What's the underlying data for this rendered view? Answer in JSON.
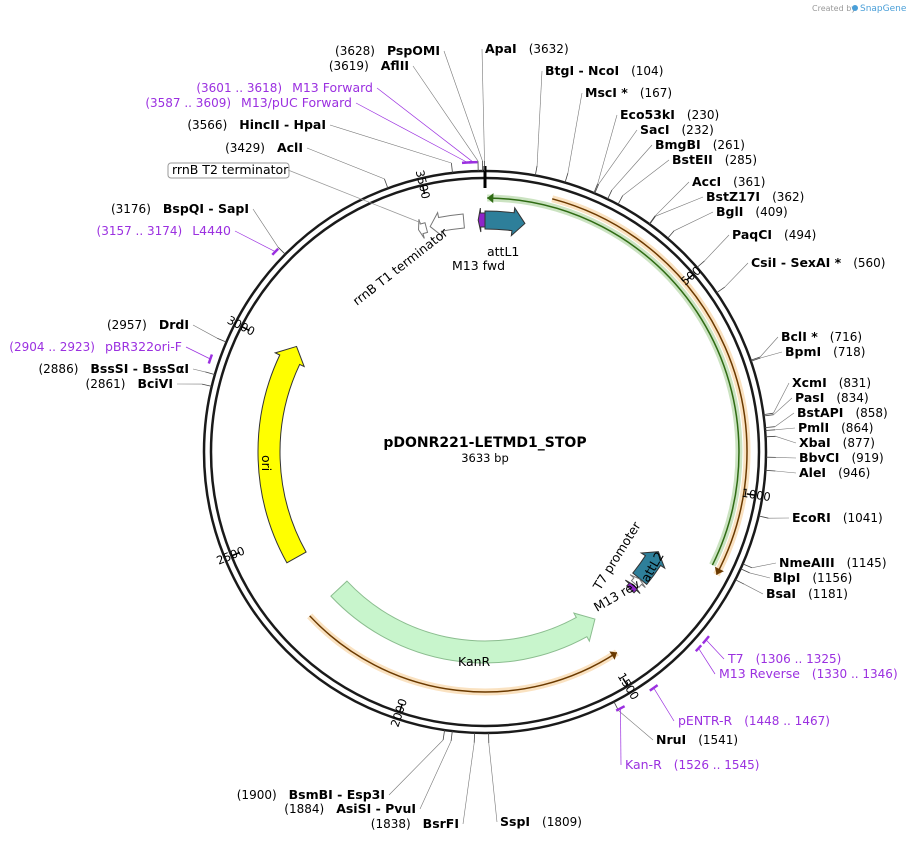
{
  "credit": {
    "prefix": "Created by",
    "brand": "SnapGene"
  },
  "plasmid": {
    "name": "pDONR221-LETMD1_STOP",
    "length_label": "3633 bp",
    "length": 3633
  },
  "ticks": [
    {
      "pos": 500,
      "label": "500"
    },
    {
      "pos": 1000,
      "label": "1000"
    },
    {
      "pos": 1500,
      "label": "1500"
    },
    {
      "pos": 2000,
      "label": "2000"
    },
    {
      "pos": 2500,
      "label": "2500"
    },
    {
      "pos": 3000,
      "label": "3000"
    },
    {
      "pos": 3500,
      "label": "3500"
    }
  ],
  "right_labels": [
    {
      "pos": 3632,
      "enzyme": "ApaI",
      "number": "(3632)"
    },
    {
      "pos": 104,
      "enzyme": "BtgI  - NcoI",
      "number": "(104)"
    },
    {
      "pos": 167,
      "enzyme": "MscI *",
      "number": "(167)"
    },
    {
      "pos": 230,
      "enzyme": "Eco53kI",
      "number": "(230)"
    },
    {
      "pos": 232,
      "enzyme": "SacI",
      "number": "(232)"
    },
    {
      "pos": 261,
      "enzyme": "BmgBI",
      "number": "(261)"
    },
    {
      "pos": 285,
      "enzyme": "BstEII",
      "number": "(285)"
    },
    {
      "pos": 361,
      "enzyme": "AccI",
      "number": "(361)"
    },
    {
      "pos": 362,
      "enzyme": "BstZ17I",
      "number": "(362)"
    },
    {
      "pos": 409,
      "enzyme": "BglI",
      "number": "(409)"
    },
    {
      "pos": 494,
      "enzyme": "PaqCI",
      "number": "(494)"
    },
    {
      "pos": 560,
      "enzyme": "CsiI  - SexAI *",
      "number": "(560)"
    },
    {
      "pos": 716,
      "enzyme": "BclI *",
      "number": "(716)"
    },
    {
      "pos": 718,
      "enzyme": "BpmI",
      "number": "(718)"
    },
    {
      "pos": 831,
      "enzyme": "XcmI",
      "number": "(831)"
    },
    {
      "pos": 834,
      "enzyme": "PasI",
      "number": "(834)"
    },
    {
      "pos": 858,
      "enzyme": "BstAPI",
      "number": "(858)"
    },
    {
      "pos": 864,
      "enzyme": "PmlI",
      "number": "(864)"
    },
    {
      "pos": 877,
      "enzyme": "XbaI",
      "number": "(877)"
    },
    {
      "pos": 919,
      "enzyme": "BbvCI",
      "number": "(919)"
    },
    {
      "pos": 946,
      "enzyme": "AleI",
      "number": "(946)"
    },
    {
      "pos": 1041,
      "enzyme": "EcoRI",
      "number": "(1041)"
    },
    {
      "pos": 1145,
      "enzyme": "NmeAIII",
      "number": "(1145)"
    },
    {
      "pos": 1156,
      "enzyme": "BlpI",
      "number": "(1156)"
    },
    {
      "pos": 1181,
      "enzyme": "BsaI",
      "number": "(1181)"
    },
    {
      "pos": 1541,
      "enzyme": "NruI",
      "number": "(1541)"
    },
    {
      "pos": 1809,
      "enzyme": "SspI",
      "number": "(1809)"
    }
  ],
  "left_labels": [
    {
      "pos": 3628,
      "enzyme": "PspOMI",
      "number": "(3628)"
    },
    {
      "pos": 3619,
      "enzyme": "AflII",
      "number": "(3619)"
    },
    {
      "pos": 3566,
      "enzyme": "HincII  - HpaI",
      "number": "(3566)"
    },
    {
      "pos": 3429,
      "enzyme": "AclI",
      "number": "(3429)"
    },
    {
      "pos": 3176,
      "enzyme": "BspQI  - SapI",
      "number": "(3176)"
    },
    {
      "pos": 2957,
      "enzyme": "DrdI",
      "number": "(2957)"
    },
    {
      "pos": 2886,
      "enzyme": "BssSI  - BssSαI",
      "number": "(2886)"
    },
    {
      "pos": 2861,
      "enzyme": "BciVI",
      "number": "(2861)"
    },
    {
      "pos": 1900,
      "enzyme": "BsmBI  - Esp3I",
      "number": "(1900)"
    },
    {
      "pos": 1884,
      "enzyme": "AsiSI  - PvuI",
      "number": "(1884)"
    },
    {
      "pos": 1838,
      "enzyme": "BsrFI",
      "number": "(1838)"
    }
  ],
  "primer_labels_left": [
    {
      "start": 3601,
      "end": 3618,
      "name": "M13 Forward",
      "range": "(3601 .. 3618)"
    },
    {
      "start": 3587,
      "end": 3609,
      "name": "M13/pUC Forward",
      "range": "(3587 .. 3609)"
    },
    {
      "start": 3157,
      "end": 3174,
      "name": "L4440",
      "range": "(3157 .. 3174)"
    },
    {
      "start": 2904,
      "end": 2923,
      "name": "pBR322ori-F",
      "range": "(2904 .. 2923)"
    }
  ],
  "primer_labels_right": [
    {
      "start": 1306,
      "end": 1325,
      "name": "T7",
      "range": "(1306 .. 1325)"
    },
    {
      "start": 1330,
      "end": 1346,
      "name": "M13 Reverse",
      "range": "(1330 .. 1346)"
    },
    {
      "start": 1448,
      "end": 1467,
      "name": "pENTR-R",
      "range": "(1448 .. 1467)"
    },
    {
      "start": 1526,
      "end": 1545,
      "name": "Kan-R",
      "range": "(1526 .. 1545)"
    }
  ],
  "features": [
    {
      "name": "attL1",
      "label": "attL1",
      "start": 0,
      "end": 100,
      "color": "#2e7f9a",
      "direction": "forward"
    },
    {
      "name": "M13 fwd",
      "label": "M13 fwd",
      "start": 3616,
      "end": 3633,
      "color": "#8e24c9",
      "direction": "reverse"
    },
    {
      "name": "rrnB T1 terminator",
      "label": "rrnB T1 terminator",
      "start": 3495,
      "end": 3580,
      "color": "#ffffff",
      "direction": "reverse"
    },
    {
      "name": "rrnB T2 terminator",
      "label": "rrnB T2 terminator",
      "start": 3465,
      "end": 3485,
      "color": "#ffffff",
      "direction": "reverse"
    },
    {
      "name": "attL2",
      "label": "attL2",
      "start": 1210,
      "end": 1305,
      "color": "#2e7f9a",
      "direction": "reverse"
    },
    {
      "name": "T7 promoter",
      "label": "T7 promoter",
      "start": 1306,
      "end": 1325,
      "color": "#ffffff",
      "direction": "reverse"
    },
    {
      "name": "M13 rev",
      "label": "M13 rev",
      "start": 1330,
      "end": 1346,
      "color": "#8e24c9",
      "direction": "reverse"
    },
    {
      "name": "KanR",
      "label": "KanR",
      "start": 1480,
      "end": 2290,
      "color": "#c8f5cc",
      "direction": "reverse"
    },
    {
      "name": "ori",
      "label": "ori",
      "start": 2430,
      "end": 3020,
      "color": "#ffff00",
      "direction": "forward"
    }
  ],
  "orfs": [
    {
      "start": 150,
      "end": 1190,
      "color": "#f0ad4e",
      "direction": "forward"
    },
    {
      "start": 5,
      "end": 1175,
      "color": "#6ab04c",
      "direction": "reverse"
    },
    {
      "start": 1480,
      "end": 2290,
      "color": "#f0ad4e",
      "direction": "reverse"
    }
  ]
}
